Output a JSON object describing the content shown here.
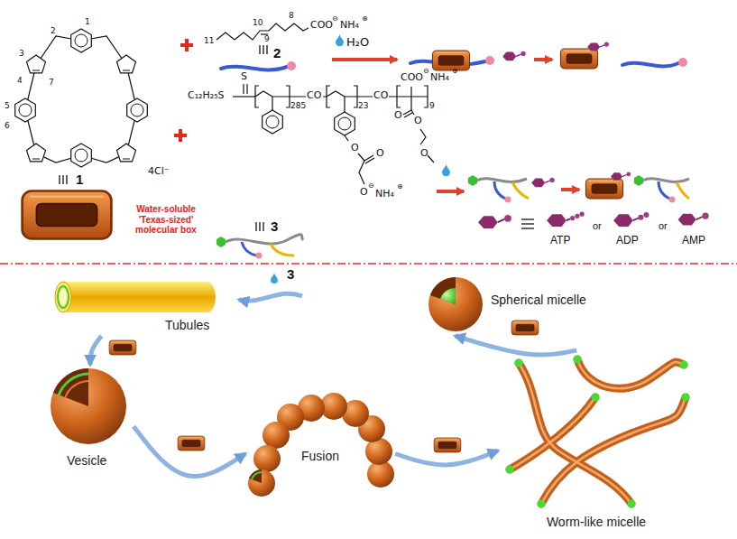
{
  "diagram": {
    "nodes": [
      {
        "text": [
          "Tubules"
        ]
      },
      {
        "text": [
          "Vesicle"
        ]
      },
      {
        "text": [
          "Fusion"
        ]
      },
      {
        "text": [
          "Worm-like micelle"
        ]
      },
      {
        "text": [
          "Spherical micelle"
        ]
      }
    ],
    "edges": [
      {
        "from": 0,
        "to": 1,
        "arrow": "to"
      },
      {
        "from": 1,
        "to": 2,
        "arrow": "to"
      },
      {
        "from": 2,
        "to": 3,
        "arrow": "to"
      },
      {
        "from": 3,
        "to": 4,
        "arrow": "to"
      }
    ],
    "labels": [
      "1",
      "2",
      "3",
      "4",
      "5",
      "6",
      "7",
      "4Cl⁻",
      "1",
      "Water-soluble 'Texas-sized' molecular box",
      "11",
      "10",
      "9",
      "8",
      "COO",
      "⊖",
      "NH₄",
      "⊕",
      "2",
      "H₂O",
      "C₁₂H₂₅S",
      "S",
      "285",
      "CO",
      "23",
      "CO",
      "9",
      "COO",
      "⊖",
      "NH₄",
      "⊕",
      "O",
      "O",
      "O",
      "⊖",
      "NH₄",
      "⊕",
      "O",
      "O",
      "O",
      "3",
      "ATP",
      "or",
      "ADP",
      "or",
      "AMP",
      "3"
    ]
  }
}
